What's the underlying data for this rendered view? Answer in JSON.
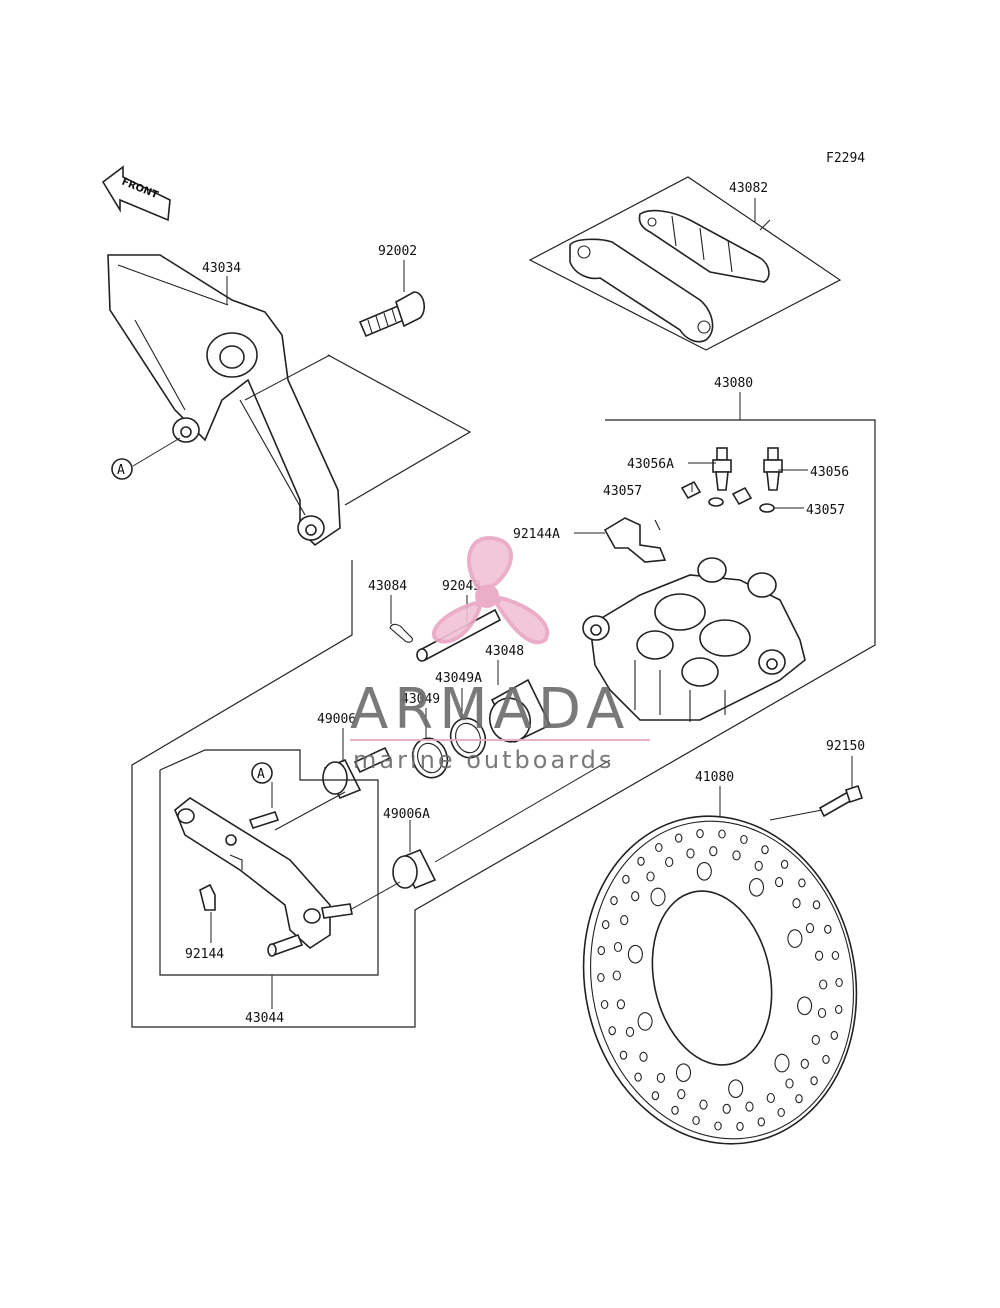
{
  "figure_code": "F2294",
  "direction_marker": "FRONT",
  "ref_marker": "A",
  "watermark": {
    "brand": "ARMADA",
    "tagline": "marine outboards",
    "color": "#e9a6c4",
    "text_color": "#6b6b6b"
  },
  "part_numbers": {
    "p43034": "43034",
    "p92002": "92002",
    "p43082": "43082",
    "p43080": "43080",
    "p43056A": "43056A",
    "p43056": "43056",
    "p43057_left": "43057",
    "p43057_right": "43057",
    "p92144A": "92144A",
    "p43084": "43084",
    "p92043": "92043",
    "p43048": "43048",
    "p43049A": "43049A",
    "p43049": "43049",
    "p49006": "49006",
    "p49006A": "49006A",
    "p92144": "92144",
    "p43044": "43044",
    "p92150": "92150",
    "p41080": "41080"
  },
  "colors": {
    "line": "#222222",
    "background": "#ffffff"
  }
}
